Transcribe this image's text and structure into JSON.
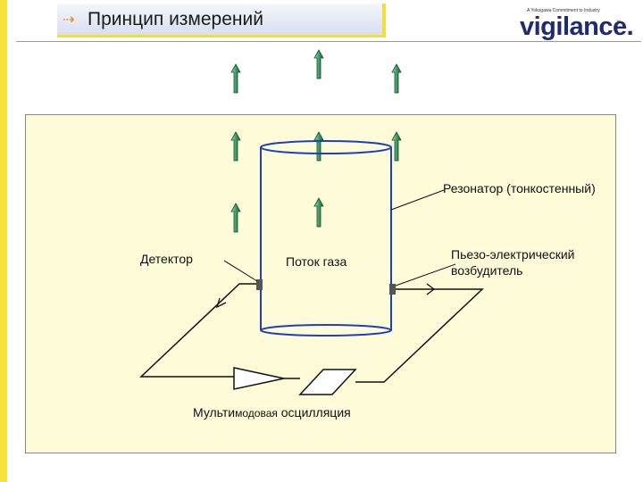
{
  "header": {
    "title": "Принцип измерений",
    "bullet_icon": "dotted-arrow-icon"
  },
  "logo": {
    "tagline": "A Yokogawa Commitment to Industry",
    "name": "vigilance.",
    "tm": "™"
  },
  "diagram": {
    "labels": {
      "resonator": "Резонатор (тонкостенный)",
      "detector": "Детектор",
      "gas_flow": "Поток газа",
      "piezo_line1": "Пьезо-электрический",
      "piezo_line2": "возбудитель",
      "multimode_part1": "Мульти",
      "multimode_part2": "модовая",
      "multimode_part3": " осцилляция"
    },
    "colors": {
      "cylinder": "#1f3fbf",
      "arrows": "#2e8b57",
      "panel": "#fdfbd8",
      "accent_bar": "#f6e23a"
    }
  }
}
